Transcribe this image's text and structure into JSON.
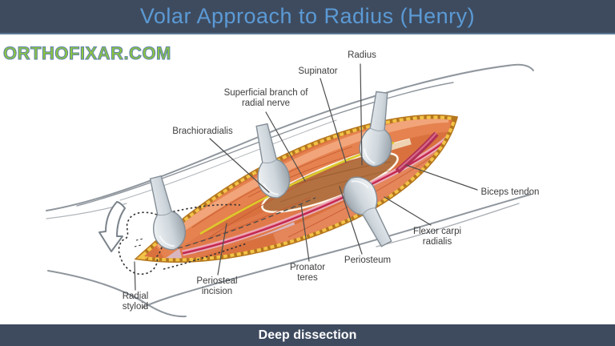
{
  "header": {
    "title": "Volar Approach to Radius (Henry)"
  },
  "watermark": {
    "text": "ORTHOFIXAR.COM"
  },
  "footer": {
    "caption": "Deep dissection"
  },
  "figure": {
    "annotations": [
      {
        "id": "radius",
        "label": "Radius"
      },
      {
        "id": "supinator",
        "label": "Supinator"
      },
      {
        "id": "superficial-branch-radial-nerve",
        "label": "Superficial branch of radial nerve"
      },
      {
        "id": "brachioradialis",
        "label": "Brachioradialis"
      },
      {
        "id": "biceps-tendon",
        "label": "Biceps tendon"
      },
      {
        "id": "flexor-carpi-radialis",
        "label": "Flexor carpi radialis"
      },
      {
        "id": "periosteum",
        "label": "Periosteum"
      },
      {
        "id": "pronator-teres",
        "label": "Pronator teres"
      },
      {
        "id": "periosteal-incision",
        "label": "Periosteal incision"
      },
      {
        "id": "radial-styloid",
        "label": "Radial styloid"
      }
    ],
    "palette": {
      "header_bg": "#3e4b5f",
      "title_text": "#5b9ad5",
      "watermark_green": "#8dc63f",
      "footer_bg": "#3e4b5f",
      "footer_text": "#ffffff",
      "muscle_salmon": "#e5824f",
      "fat_yellow": "#f2c347",
      "bone_brown": "#b37141",
      "artery_red": "#c22950",
      "nerve_yellow": "#ddca2b",
      "retractor_gray": "#c9d1d8",
      "label_text": "#3d3d3d"
    }
  }
}
